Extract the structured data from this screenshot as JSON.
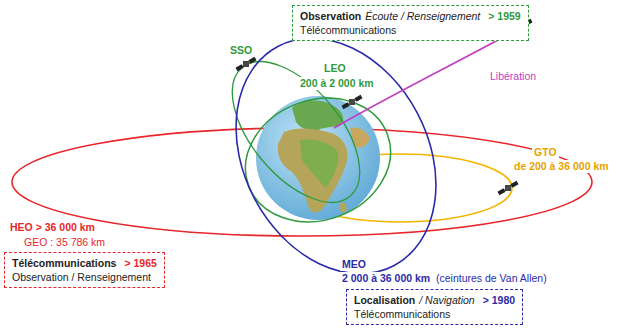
{
  "diagram": {
    "nodes": [
      {
        "text": [
          "Observation",
          "Écoute / Renseignement",
          "> 1959",
          "Télécommunications"
        ]
      },
      {
        "text": [
          "Télécommunications",
          "> 1965",
          "Observation / Renseignement"
        ]
      },
      {
        "text": [
          "Localisation",
          "/ Navigation",
          "> 1980",
          "Télécommunications"
        ]
      }
    ],
    "labels": [
      "SSO",
      "LEO",
      "200 à 2 000 km",
      "Libération",
      "GTO",
      "de 200 à 36 000 km",
      "HEO > 36 000 km",
      "GEO : 35 786 km",
      "MEO",
      "2 000 à 36 000 km",
      "(ceintures de Van Allen)"
    ]
  }
}
